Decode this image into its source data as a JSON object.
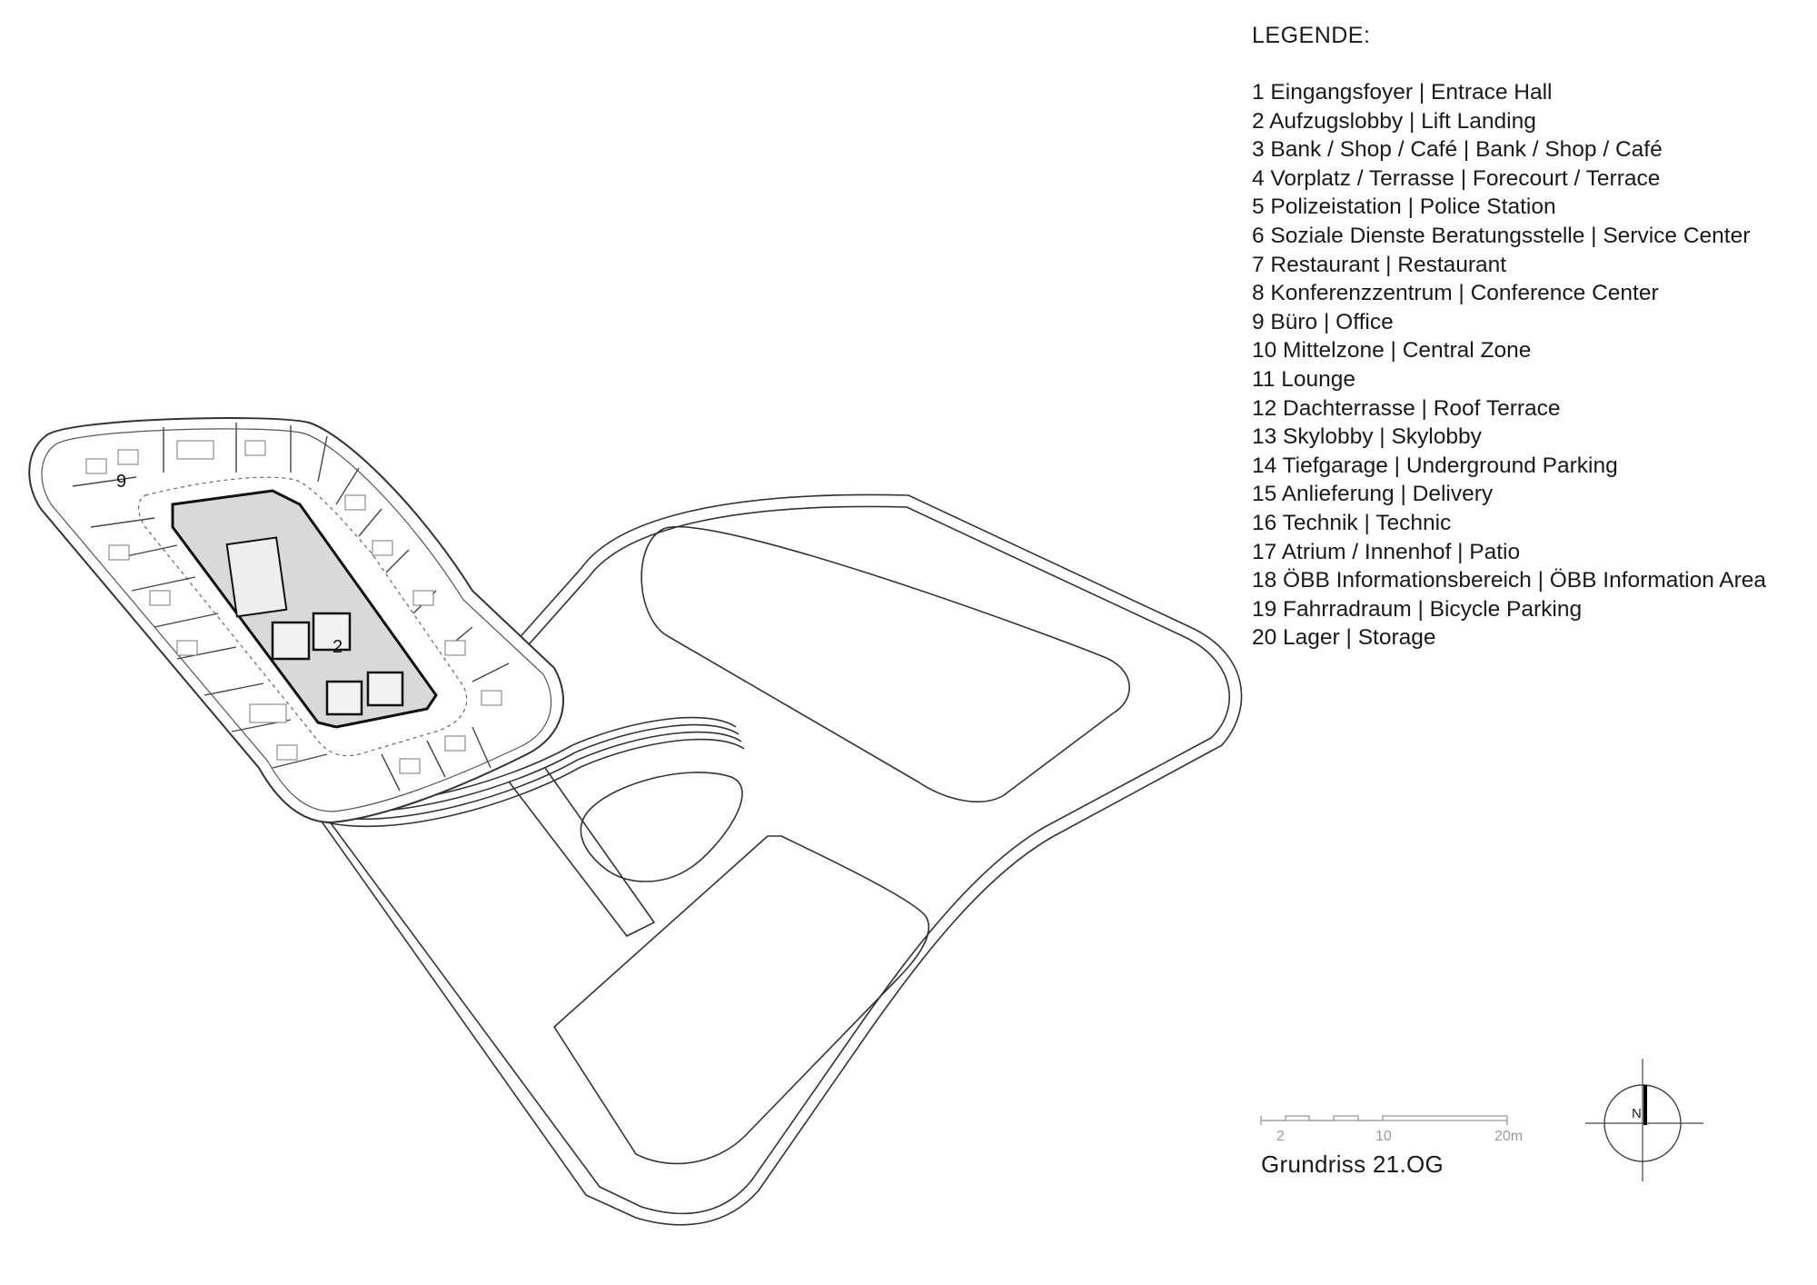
{
  "legend": {
    "title": "LEGENDE:",
    "items": [
      "1 Eingangsfoyer | Entrace Hall",
      "2 Aufzugslobby | Lift Landing",
      "3 Bank / Shop / Café | Bank / Shop / Café",
      "4 Vorplatz / Terrasse | Forecourt / Terrace",
      "5 Polizeistation | Police Station",
      "6 Soziale Dienste Beratungsstelle | Service Center",
      "7 Restaurant | Restaurant",
      "8 Konferenzzentrum | Conference Center",
      "9 Büro | Office",
      "10 Mittelzone | Central Zone",
      "11 Lounge",
      "12 Dachterrasse | Roof Terrace",
      "13 Skylobby | Skylobby",
      "14 Tiefgarage | Underground Parking",
      "15 Anlieferung | Delivery",
      "16 Technik | Technic",
      "17 Atrium / Innenhof | Patio",
      "18 ÖBB Informationsbereich | ÖBB Information Area",
      "19 Fahrradraum | Bicycle Parking",
      "20 Lager | Storage"
    ]
  },
  "plan": {
    "room_labels": {
      "office": "9",
      "lift_landing": "2"
    }
  },
  "scale_bar": {
    "labels": [
      "2",
      "10",
      "20m"
    ]
  },
  "caption": "Grundriss 21.OG",
  "north_arrow": {
    "letter": "N"
  }
}
